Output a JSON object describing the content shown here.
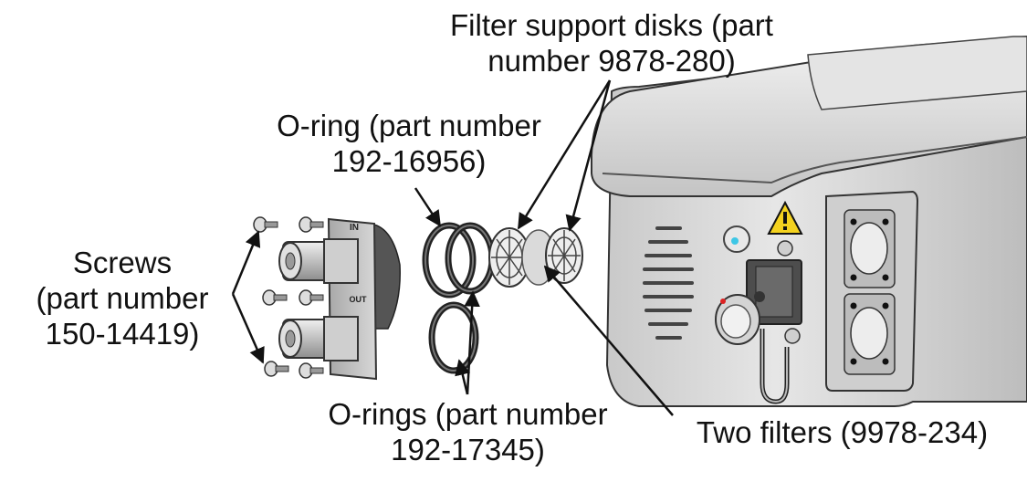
{
  "labels": {
    "filter_support_disks": {
      "line1": "Filter support disks (part",
      "line2": "number 9878-280)"
    },
    "o_ring": {
      "line1": "O-ring (part number",
      "line2": "192-16956)"
    },
    "screws": {
      "line1": "Screws",
      "line2": "(part number",
      "line3": "150-14419)"
    },
    "o_rings": {
      "line1": "O-rings (part number",
      "line2": "192-17345)"
    },
    "two_filters": "Two filters (9978-234)"
  },
  "fitting_markings": {
    "inlet": "IN",
    "outlet": "OUT"
  },
  "colors": {
    "text": "#111111",
    "housing": "#d9d9d9",
    "warning_yellow": "#f4d21f",
    "status_light": "#3ec7e6"
  }
}
